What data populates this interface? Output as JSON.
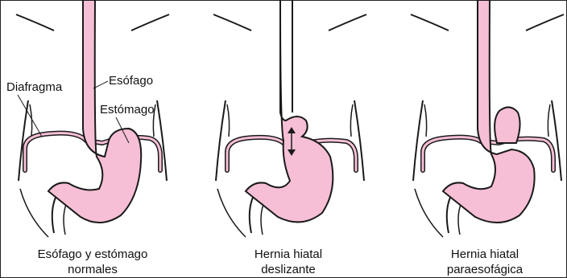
{
  "labels": {
    "diaphragm": "Diafragma",
    "esophagus": "Esófago",
    "stomach": "Estómago"
  },
  "panels": [
    {
      "caption_line1": "Esófago y estómago",
      "caption_line2": "normales"
    },
    {
      "caption_line1": "Hernia hiatal",
      "caption_line2": "deslizante"
    },
    {
      "caption_line1": "Hernia hiatal",
      "caption_line2": "paraesofágica"
    }
  ],
  "colors": {
    "organ_fill": "#f6bfd6",
    "outline": "#1a1a1a"
  }
}
